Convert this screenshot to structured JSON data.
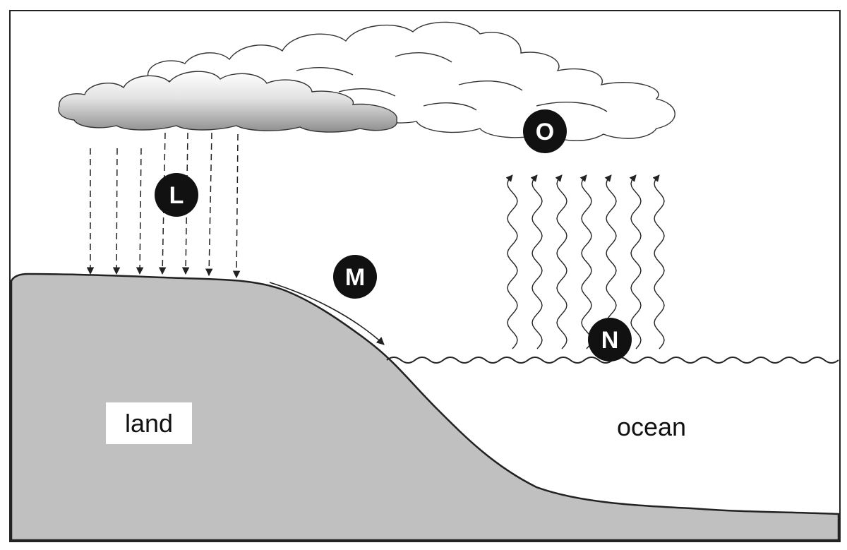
{
  "colors": {
    "land": "#c0c0c0",
    "outline": "#222222",
    "marker": "#111111",
    "marker_text": "#ffffff",
    "cloud_shade": "#9a9a9a"
  },
  "labels": {
    "land": "land",
    "ocean": "ocean"
  },
  "markers": {
    "L": "L",
    "M": "M",
    "N": "N",
    "O": "O"
  }
}
